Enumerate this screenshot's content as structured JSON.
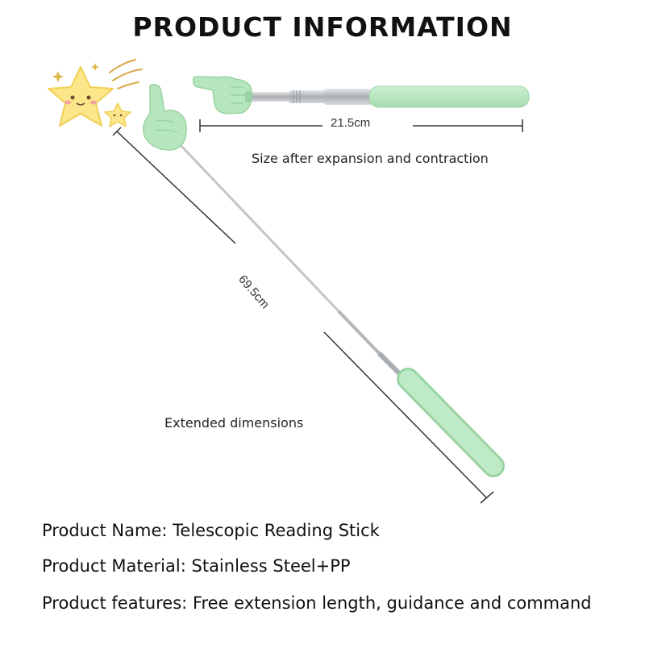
{
  "title": "PRODUCT INFORMATION",
  "captions": {
    "contracted": "Size after expansion and contraction",
    "extended": "Extended dimensions"
  },
  "dimensions": {
    "short": "21.5cm",
    "long": "69.5cm"
  },
  "specs": [
    {
      "label": "Product Name:",
      "value": "Telescopic Reading Stick"
    },
    {
      "label": "Product Material:",
      "value": "Stainless Steel+PP"
    },
    {
      "label": "Product features:",
      "value": "Free extension length, guidance and command"
    }
  ],
  "colors": {
    "handle": "#b6e6bd",
    "handle_dark": "#9ad3a3",
    "steel": "#b9bcc0",
    "star": "#fbe68a"
  },
  "icons": [
    "star-icon",
    "pointing-hand-icon"
  ]
}
